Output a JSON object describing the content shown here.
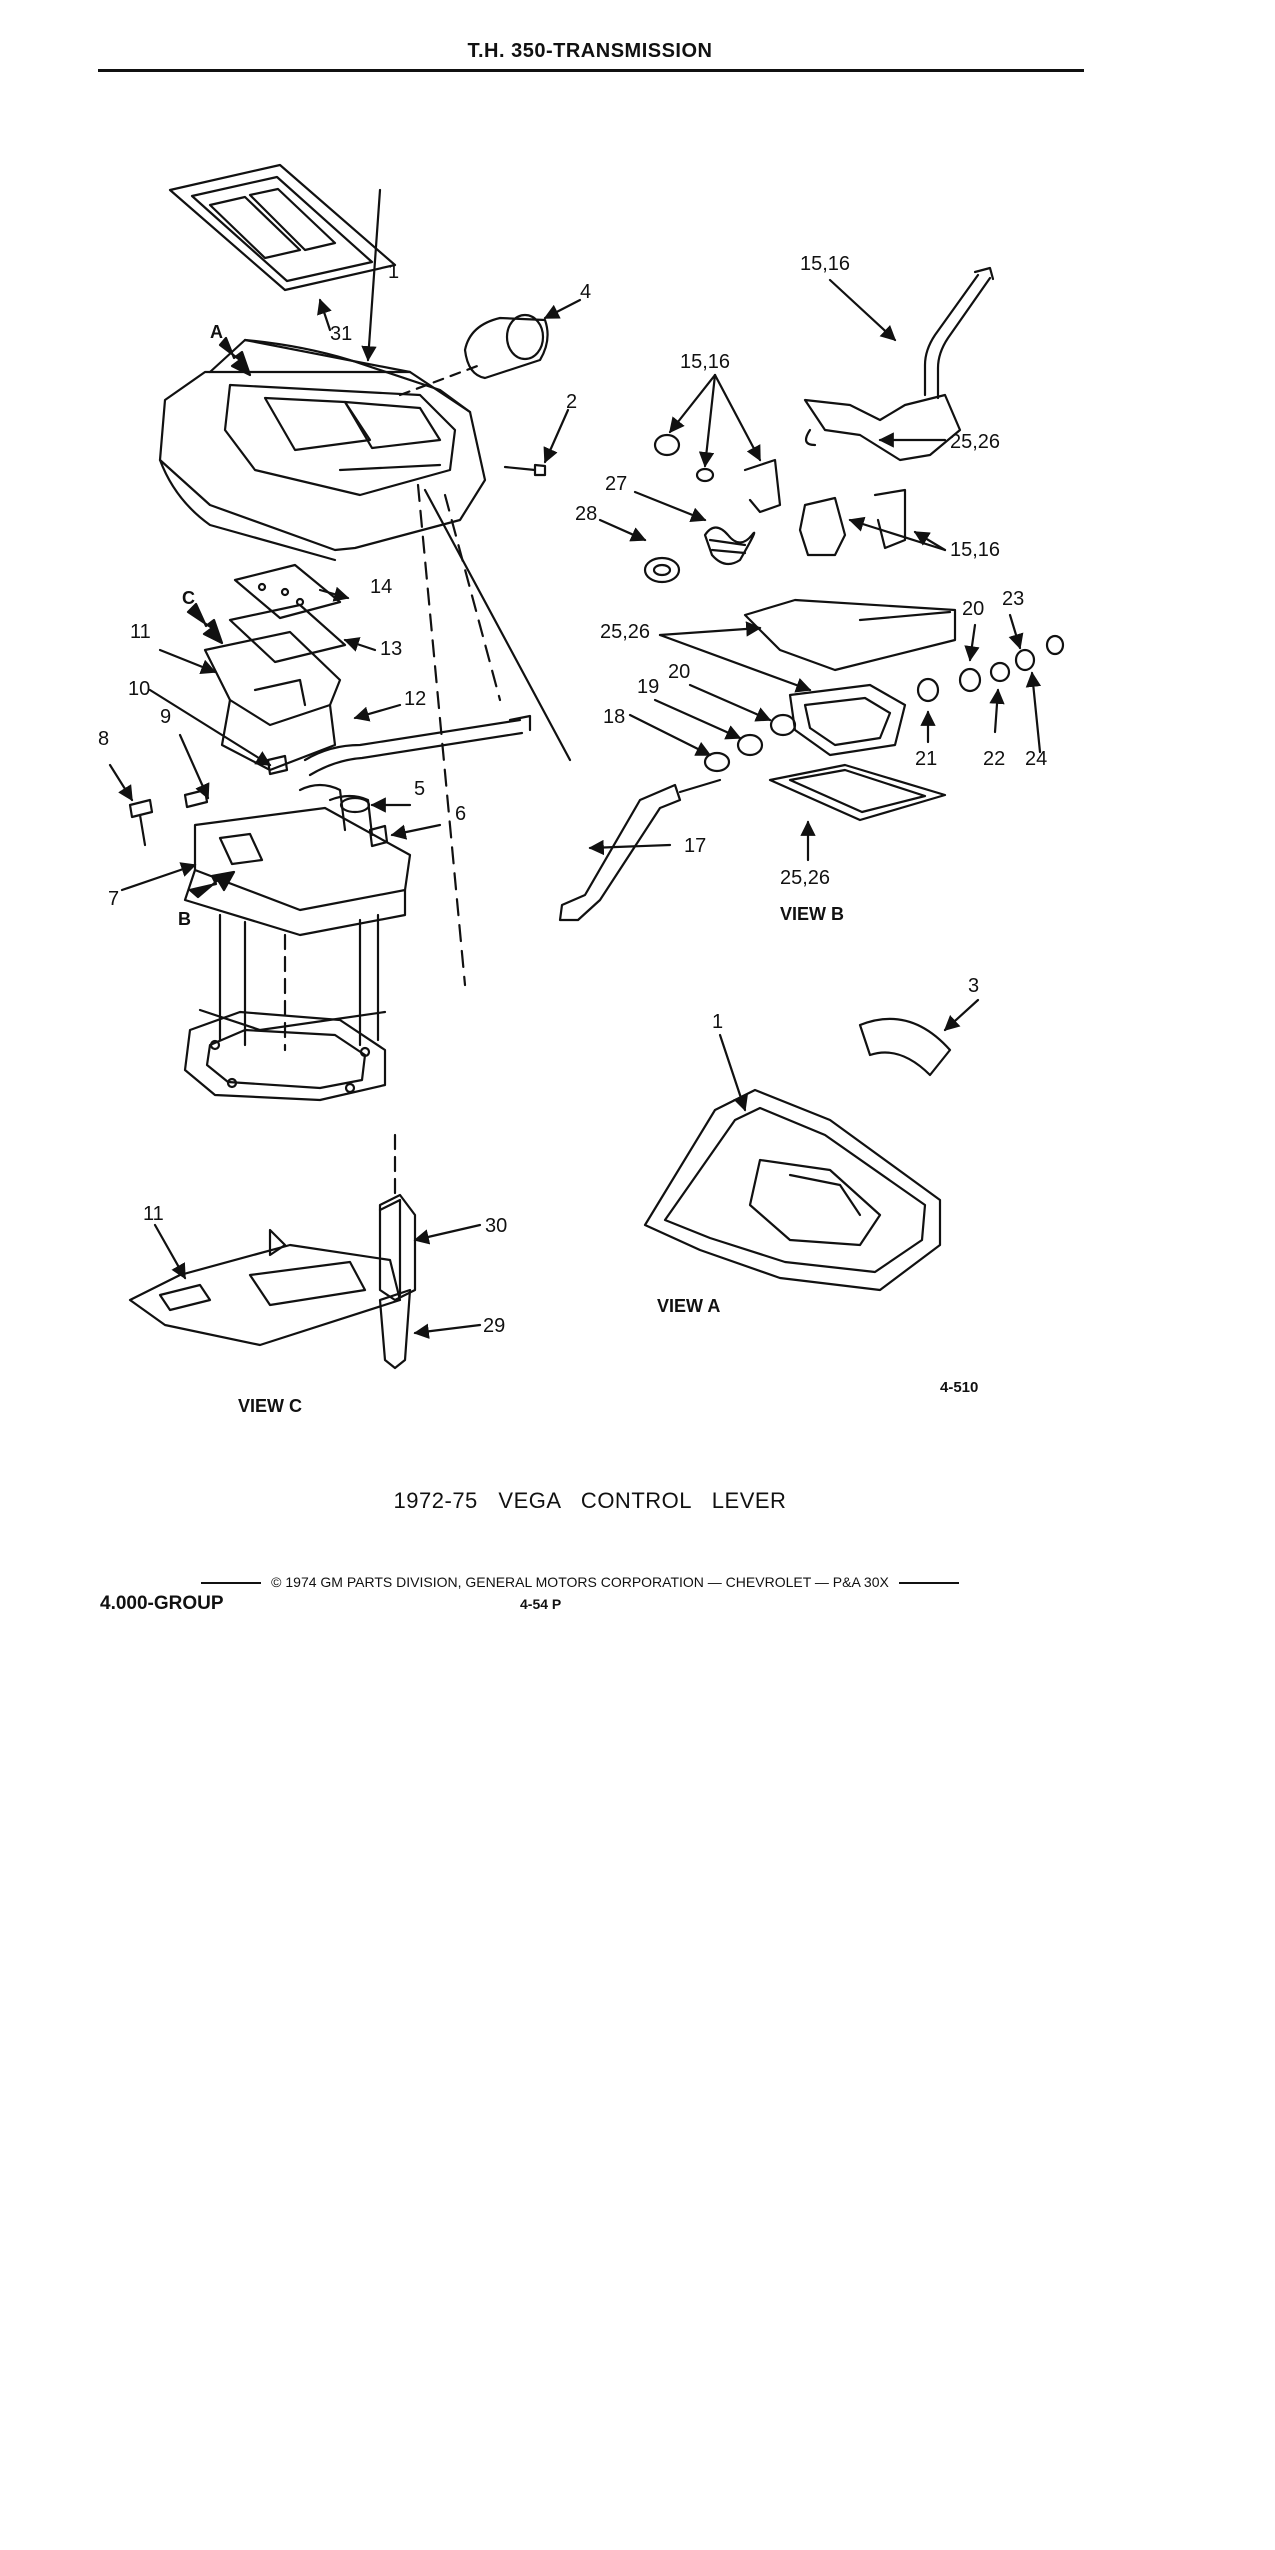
{
  "header": {
    "title": "T.H. 350-TRANSMISSION"
  },
  "callouts": {
    "c1": "1",
    "c2": "2",
    "c3": "3",
    "c4": "4",
    "c5": "5",
    "c6": "6",
    "c7": "7",
    "c8": "8",
    "c9": "9",
    "c10": "10",
    "c11": "11",
    "c12": "12",
    "c13": "13",
    "c14": "14",
    "c15_16": "15,16",
    "c17": "17",
    "c18": "18",
    "c19": "19",
    "c20": "20",
    "c21": "21",
    "c22": "22",
    "c23": "23",
    "c24": "24",
    "c25_26": "25,26",
    "c27": "27",
    "c28": "28",
    "c29": "29",
    "c30": "30",
    "c31": "31",
    "arrowA": "A",
    "arrowB": "B",
    "arrowC": "C"
  },
  "views": {
    "view_a": "VIEW A",
    "view_b": "VIEW B",
    "view_c": "VIEW C"
  },
  "figure_number": "4-510",
  "caption": "1972-75 VEGA CONTROL LEVER",
  "footer": {
    "copyright": "© 1974 GM PARTS DIVISION, GENERAL MOTORS CORPORATION — CHEVROLET — P&A 30X",
    "group": "4.000-GROUP",
    "page": "4-54 P"
  }
}
